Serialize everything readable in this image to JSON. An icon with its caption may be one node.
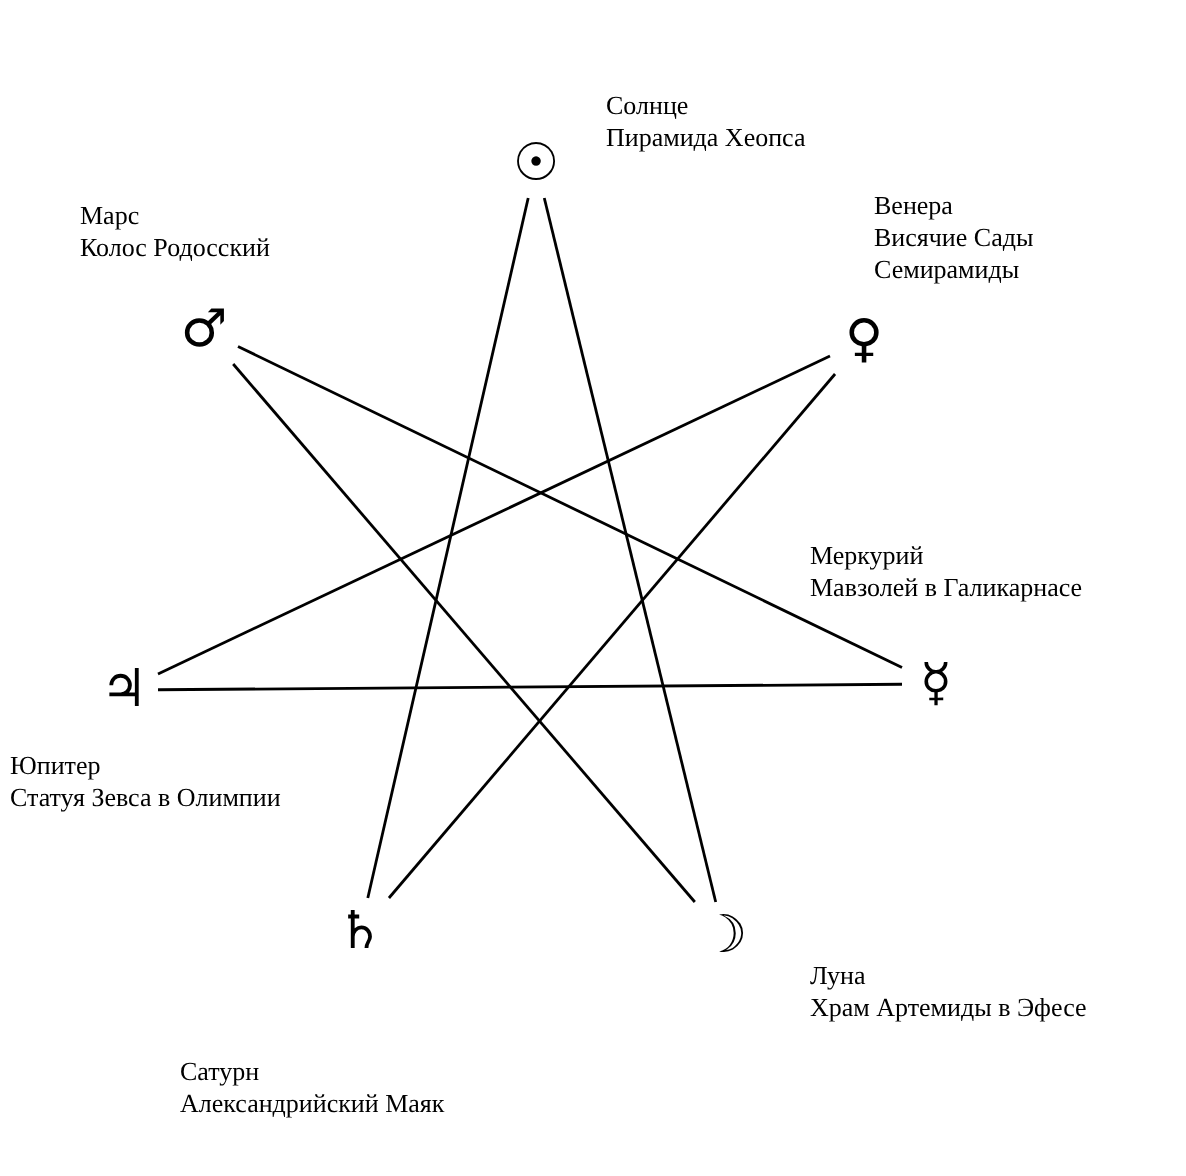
{
  "diagram": {
    "nodes": [
      {
        "text": [
          "☉"
        ],
        "beside": [
          "Солнце",
          "Пирамида Хеопса"
        ]
      },
      {
        "text": [
          "♀"
        ],
        "beside": [
          "Венера",
          "Висячие Сады Семирамиды"
        ]
      },
      {
        "text": [
          "☿"
        ],
        "beside": [
          "Меркурий",
          "Мавзолей в Галикарнасе"
        ]
      },
      {
        "text": [
          "☽"
        ],
        "beside": [
          "Луна",
          "Храм Артемиды в Эфесе"
        ]
      },
      {
        "text": [
          "♄"
        ],
        "beside": [
          "Сатурн",
          "Александрийский Маяк"
        ]
      },
      {
        "text": [
          "♃"
        ],
        "beside": [
          "Юпитер",
          "Статуя Зевса в Олимпии"
        ]
      },
      {
        "text": [
          "♂"
        ],
        "beside": [
          "Марс",
          "Колос Родосский"
        ]
      }
    ],
    "edges": [
      {
        "from": 0,
        "to": 3,
        "arrow": "none"
      },
      {
        "from": 3,
        "to": 6,
        "arrow": "none"
      },
      {
        "from": 6,
        "to": 2,
        "arrow": "none"
      },
      {
        "from": 2,
        "to": 5,
        "arrow": "none"
      },
      {
        "from": 5,
        "to": 1,
        "arrow": "none"
      },
      {
        "from": 1,
        "to": 4,
        "arrow": "none"
      },
      {
        "from": 4,
        "to": 0,
        "arrow": "none"
      }
    ]
  }
}
